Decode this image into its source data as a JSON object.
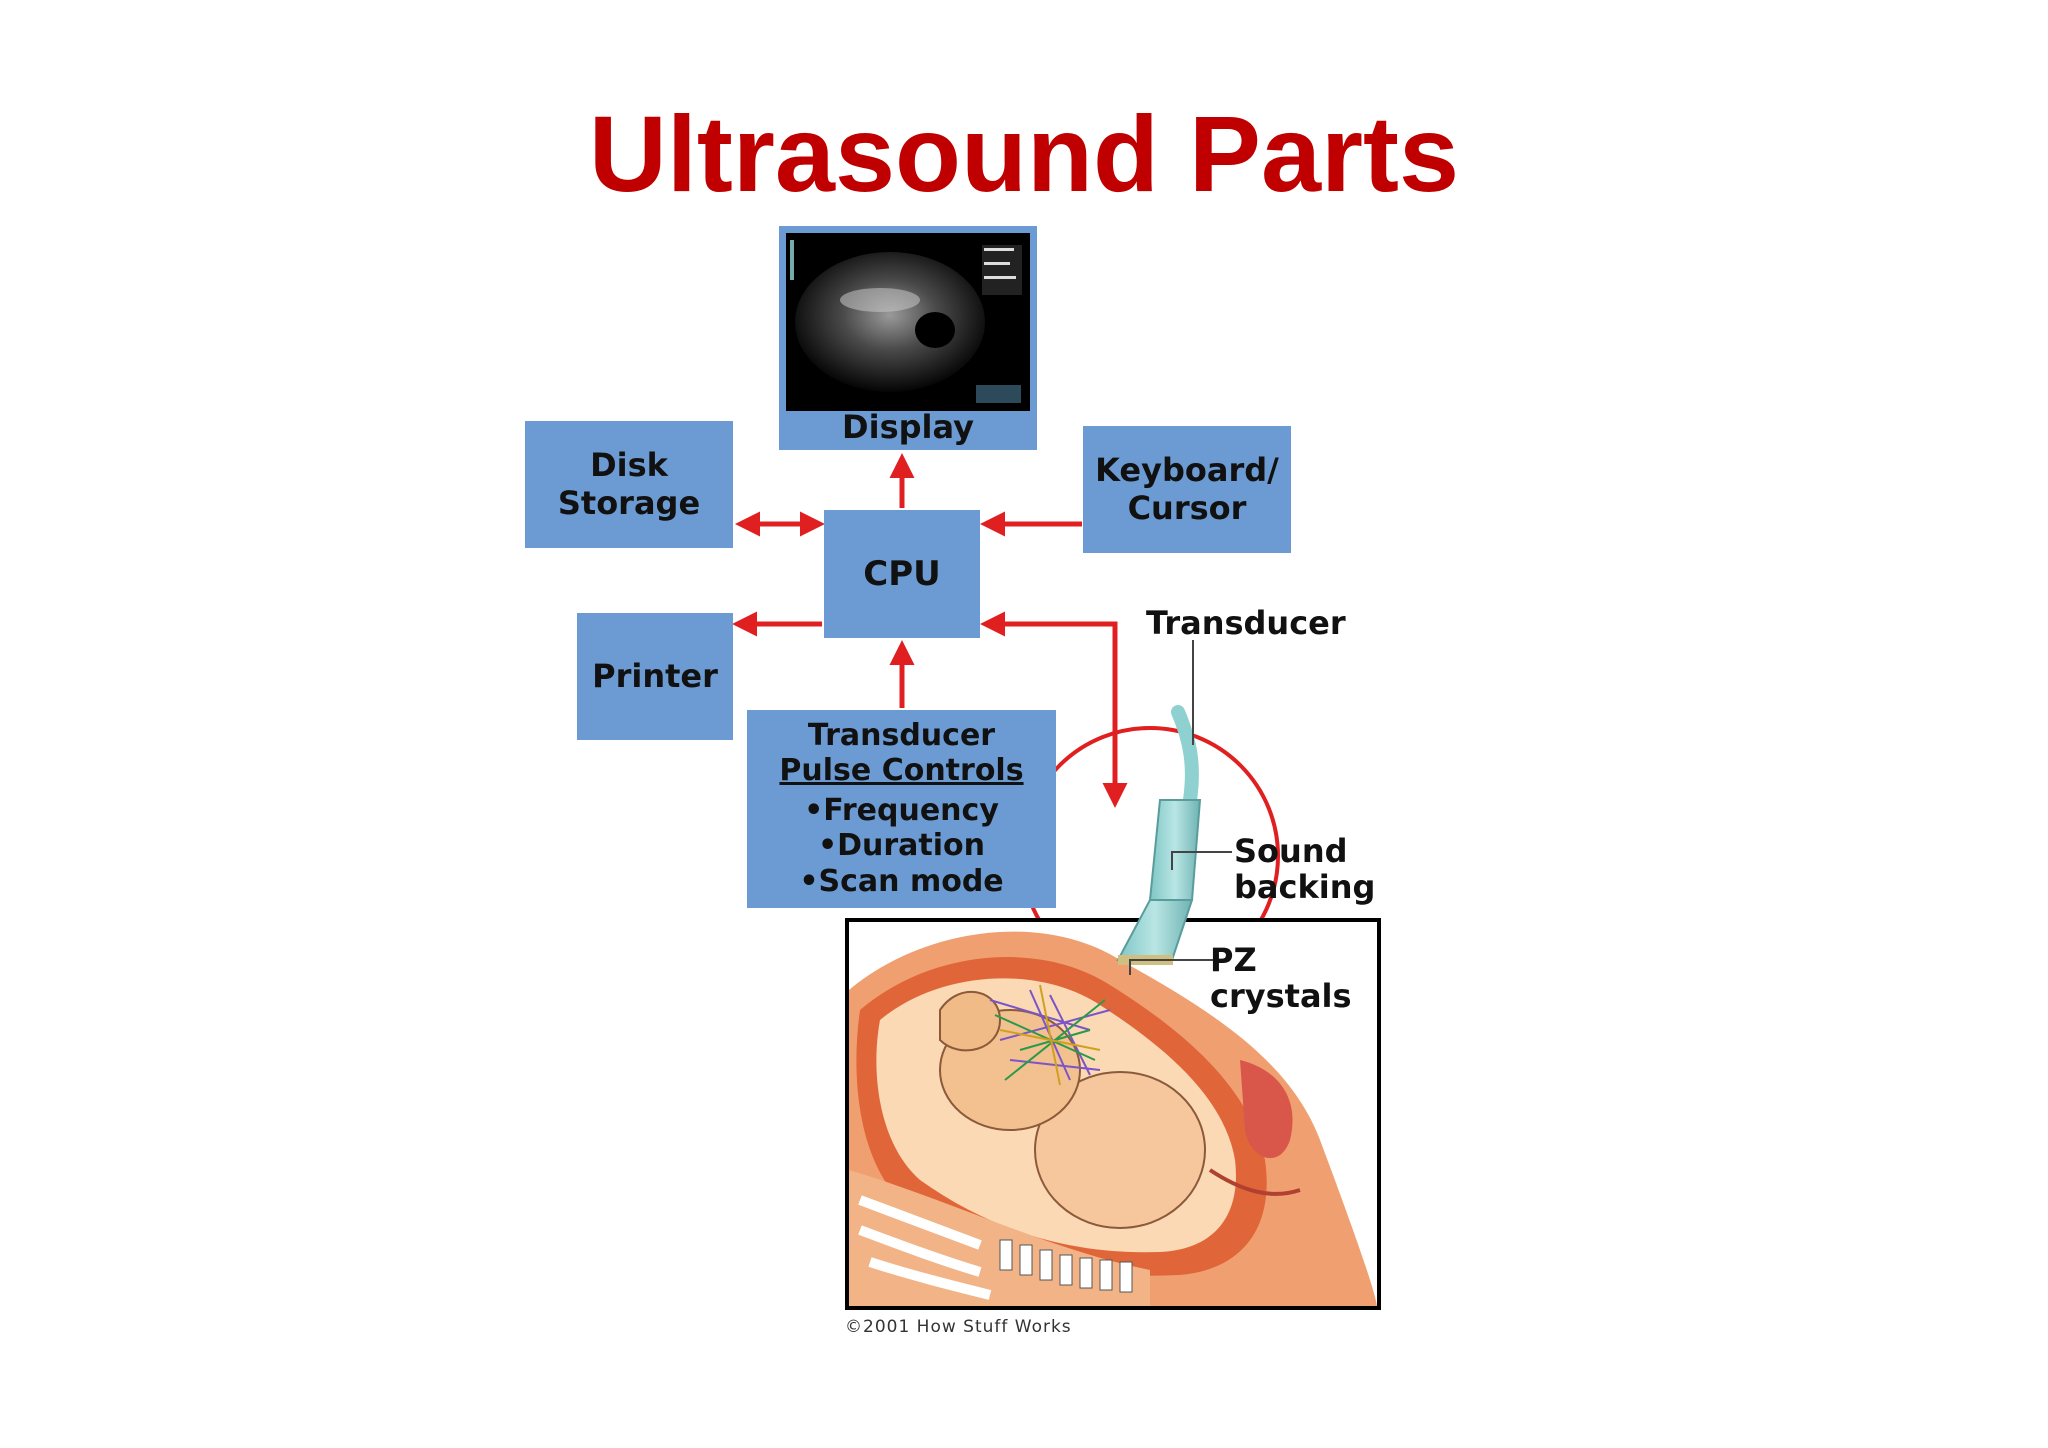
{
  "title": "Ultrasound Parts",
  "display": {
    "label": "Display"
  },
  "disk_storage": {
    "line1": "Disk",
    "line2": "Storage"
  },
  "keyboard_cursor": {
    "line1": "Keyboard/",
    "line2": "Cursor"
  },
  "cpu": {
    "label": "CPU"
  },
  "printer": {
    "label": "Printer"
  },
  "pulse_controls": {
    "line1": "Transducer",
    "line2": "Pulse Controls",
    "items": [
      "•Frequency",
      "•Duration",
      "•Scan mode"
    ]
  },
  "labels": {
    "transducer": "Transducer",
    "sound_backing": [
      "Sound",
      "backing"
    ],
    "pz_crystals": [
      "PZ",
      "crystals"
    ]
  },
  "credit": "©2001 How Stuff Works",
  "colors": {
    "title": "#c00000",
    "box": "#6b9bd2",
    "arrow": "#e02020"
  }
}
